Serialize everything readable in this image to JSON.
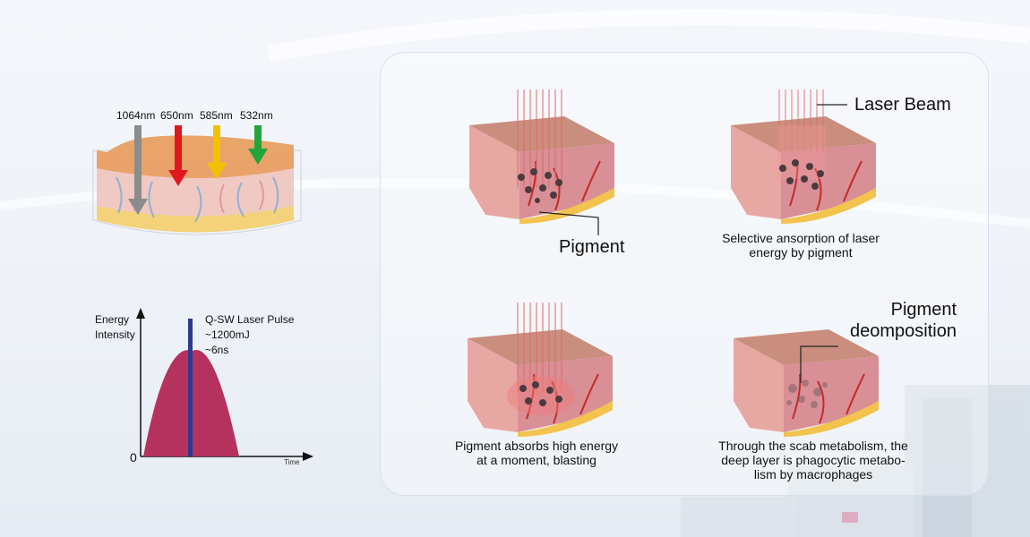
{
  "wavelengths": [
    {
      "label": "1064nm",
      "color": "#8c8c8c"
    },
    {
      "label": "650nm",
      "color": "#e0191e"
    },
    {
      "label": "585nm",
      "color": "#f2c200"
    },
    {
      "label": "532nm",
      "color": "#22a53a"
    }
  ],
  "pulse_chart": {
    "y_label_line1": "Energy",
    "y_label_line2": "Intensity",
    "x_label": "Time",
    "origin_label": "0",
    "pulse_line1": "Q-SW Laser Pulse",
    "pulse_line2": "~1200mJ",
    "pulse_line3": "~6ns",
    "curve_color": "#b5325e",
    "pulse_color": "#2a3a8f"
  },
  "panels": {
    "top_left_label": "Pigment",
    "top_right_label": "Laser Beam",
    "top_right_caption_line1": "Selective ansorption of laser",
    "top_right_caption_line2": "energy by pigment",
    "bottom_left_caption_line1": "Pigment absorbs high energy",
    "bottom_left_caption_line2": "at a moment, blasting",
    "bottom_right_label_line1": "Pigment",
    "bottom_right_label_line2": "deomposition",
    "bottom_right_caption_line1": "Through the scab metabolism, the",
    "bottom_right_caption_line2": "deep layer is phagocytic metabo-",
    "bottom_right_caption_line3": "lism by macrophages"
  }
}
